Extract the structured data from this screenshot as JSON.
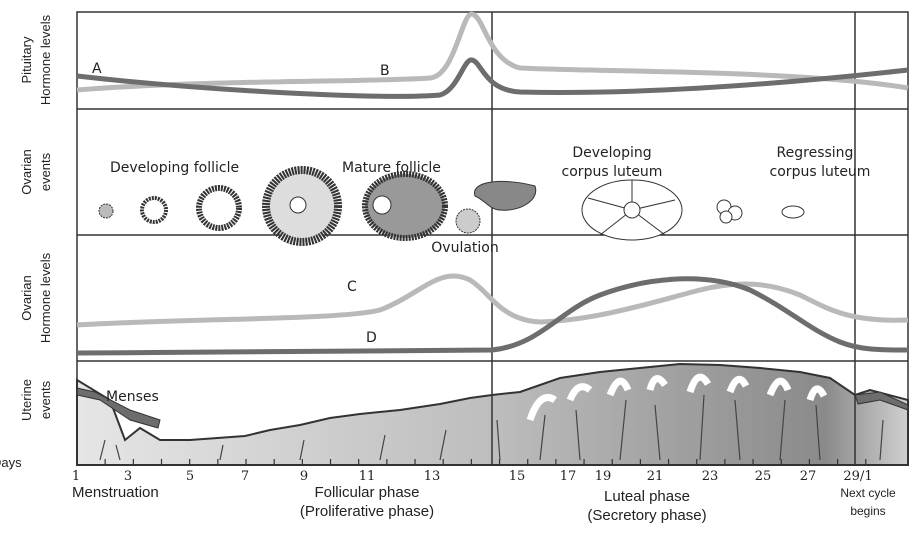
{
  "side_labels": {
    "pituitary": [
      "Pituitary",
      "Hormone levels"
    ],
    "ovarian_events": [
      "Ovarian",
      "events"
    ],
    "ovarian_hormones": [
      "Ovarian",
      "Hormone levels"
    ],
    "uterine": [
      "Uterine",
      "events"
    ],
    "days": "Days"
  },
  "curve_labels": {
    "a": "A",
    "b": "B",
    "c": "C",
    "d": "D"
  },
  "ovarian_labels": {
    "developing_follicle": "Developing follicle",
    "mature_follicle": "Mature follicle",
    "developing_cl_1": "Developing",
    "developing_cl_2": "corpus luteum",
    "regressing_cl_1": "Regressing",
    "regressing_cl_2": "corpus luteum",
    "ovulation": "Ovulation"
  },
  "menses_label": "Menses",
  "days": [
    "1",
    "3",
    "5",
    "7",
    "9",
    "11",
    "13",
    "15",
    "17",
    "19",
    "21",
    "23",
    "25",
    "27",
    "29/1"
  ],
  "phases": {
    "menstruation": "Menstruation",
    "follicular_1": "Follicular phase",
    "follicular_2": "(Proliferative phase)",
    "luteal_1": "Luteal phase",
    "luteal_2": "(Secretory phase)",
    "next_1": "Next cycle",
    "next_2": "begins"
  },
  "colors": {
    "light_curve": "#b9b9b9",
    "dark_curve": "#6d6d6d",
    "border": "#333333"
  }
}
